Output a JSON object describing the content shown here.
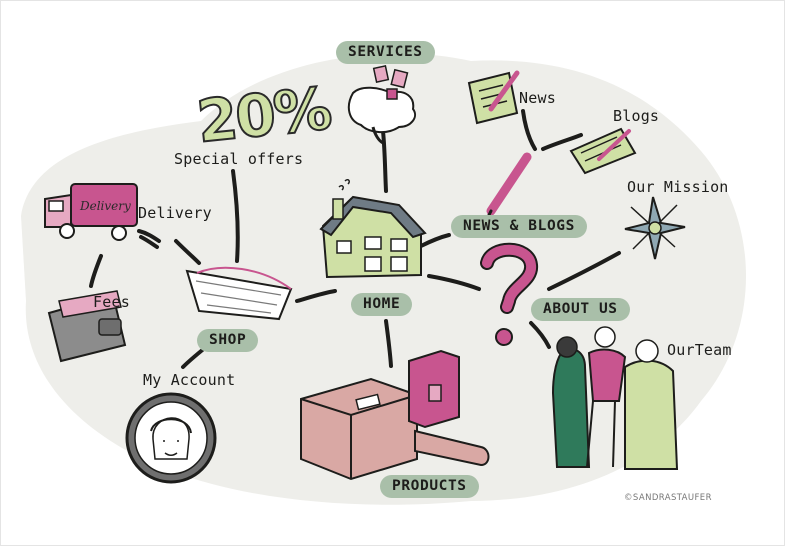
{
  "nodes": {
    "services": "SERVICES",
    "special_offers": "Special offers",
    "percent": "20%",
    "delivery": "Delivery",
    "delivery_truck_text": "Delivery",
    "fees": "Fees",
    "shop": "SHOP",
    "my_account": "My Account",
    "home": "HOME",
    "products": "PRODUCTS",
    "news": "News",
    "blogs": "Blogs",
    "news_and_blogs": "NEWS & BLOGS",
    "our_mission": "Our Mission",
    "about_us": "ABOUT US",
    "our_team": "OurTeam"
  },
  "credit": "©SANDRASTAUFER",
  "colors": {
    "pill_green": "#a9bfa9",
    "background_blob": "#eeeeea",
    "pink": "#c8558f",
    "light_pink": "#e6a9c2",
    "yellow_green": "#cfe0a5",
    "outline": "#1d1d1b",
    "box_pink": "#d9a8a4"
  }
}
